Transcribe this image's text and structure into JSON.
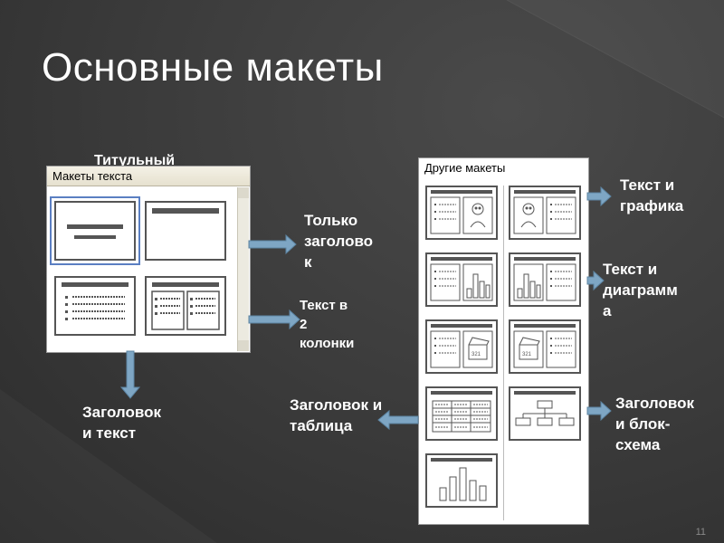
{
  "slide": {
    "title": "Основные макеты",
    "number": "11"
  },
  "left_panel": {
    "header": "Макеты текста",
    "overlay_label": "Титульный"
  },
  "right_panel": {
    "header": "Другие макеты"
  },
  "labels": {
    "only_title": [
      "Только",
      "заголово",
      "к"
    ],
    "two_columns": [
      "Текст в",
      "2",
      "колонки"
    ],
    "title_and_text": [
      "Заголовок",
      "и текст"
    ],
    "title_and_table": [
      "Заголовок и",
      "таблица"
    ],
    "text_and_graphics": [
      "Текст и",
      "графика"
    ],
    "text_and_chart": [
      "Текст и",
      "диаграмм",
      "а"
    ],
    "title_and_flowchart": [
      "Заголовок",
      "и блок-",
      "схема"
    ]
  },
  "colors": {
    "background": "#3a3a3a",
    "arrow": "#7ea6c4",
    "selection": "#5b7fc2"
  },
  "icons": [
    "clipart-icon",
    "chart-icon",
    "media-clip-icon",
    "table-icon",
    "flowchart-icon"
  ]
}
